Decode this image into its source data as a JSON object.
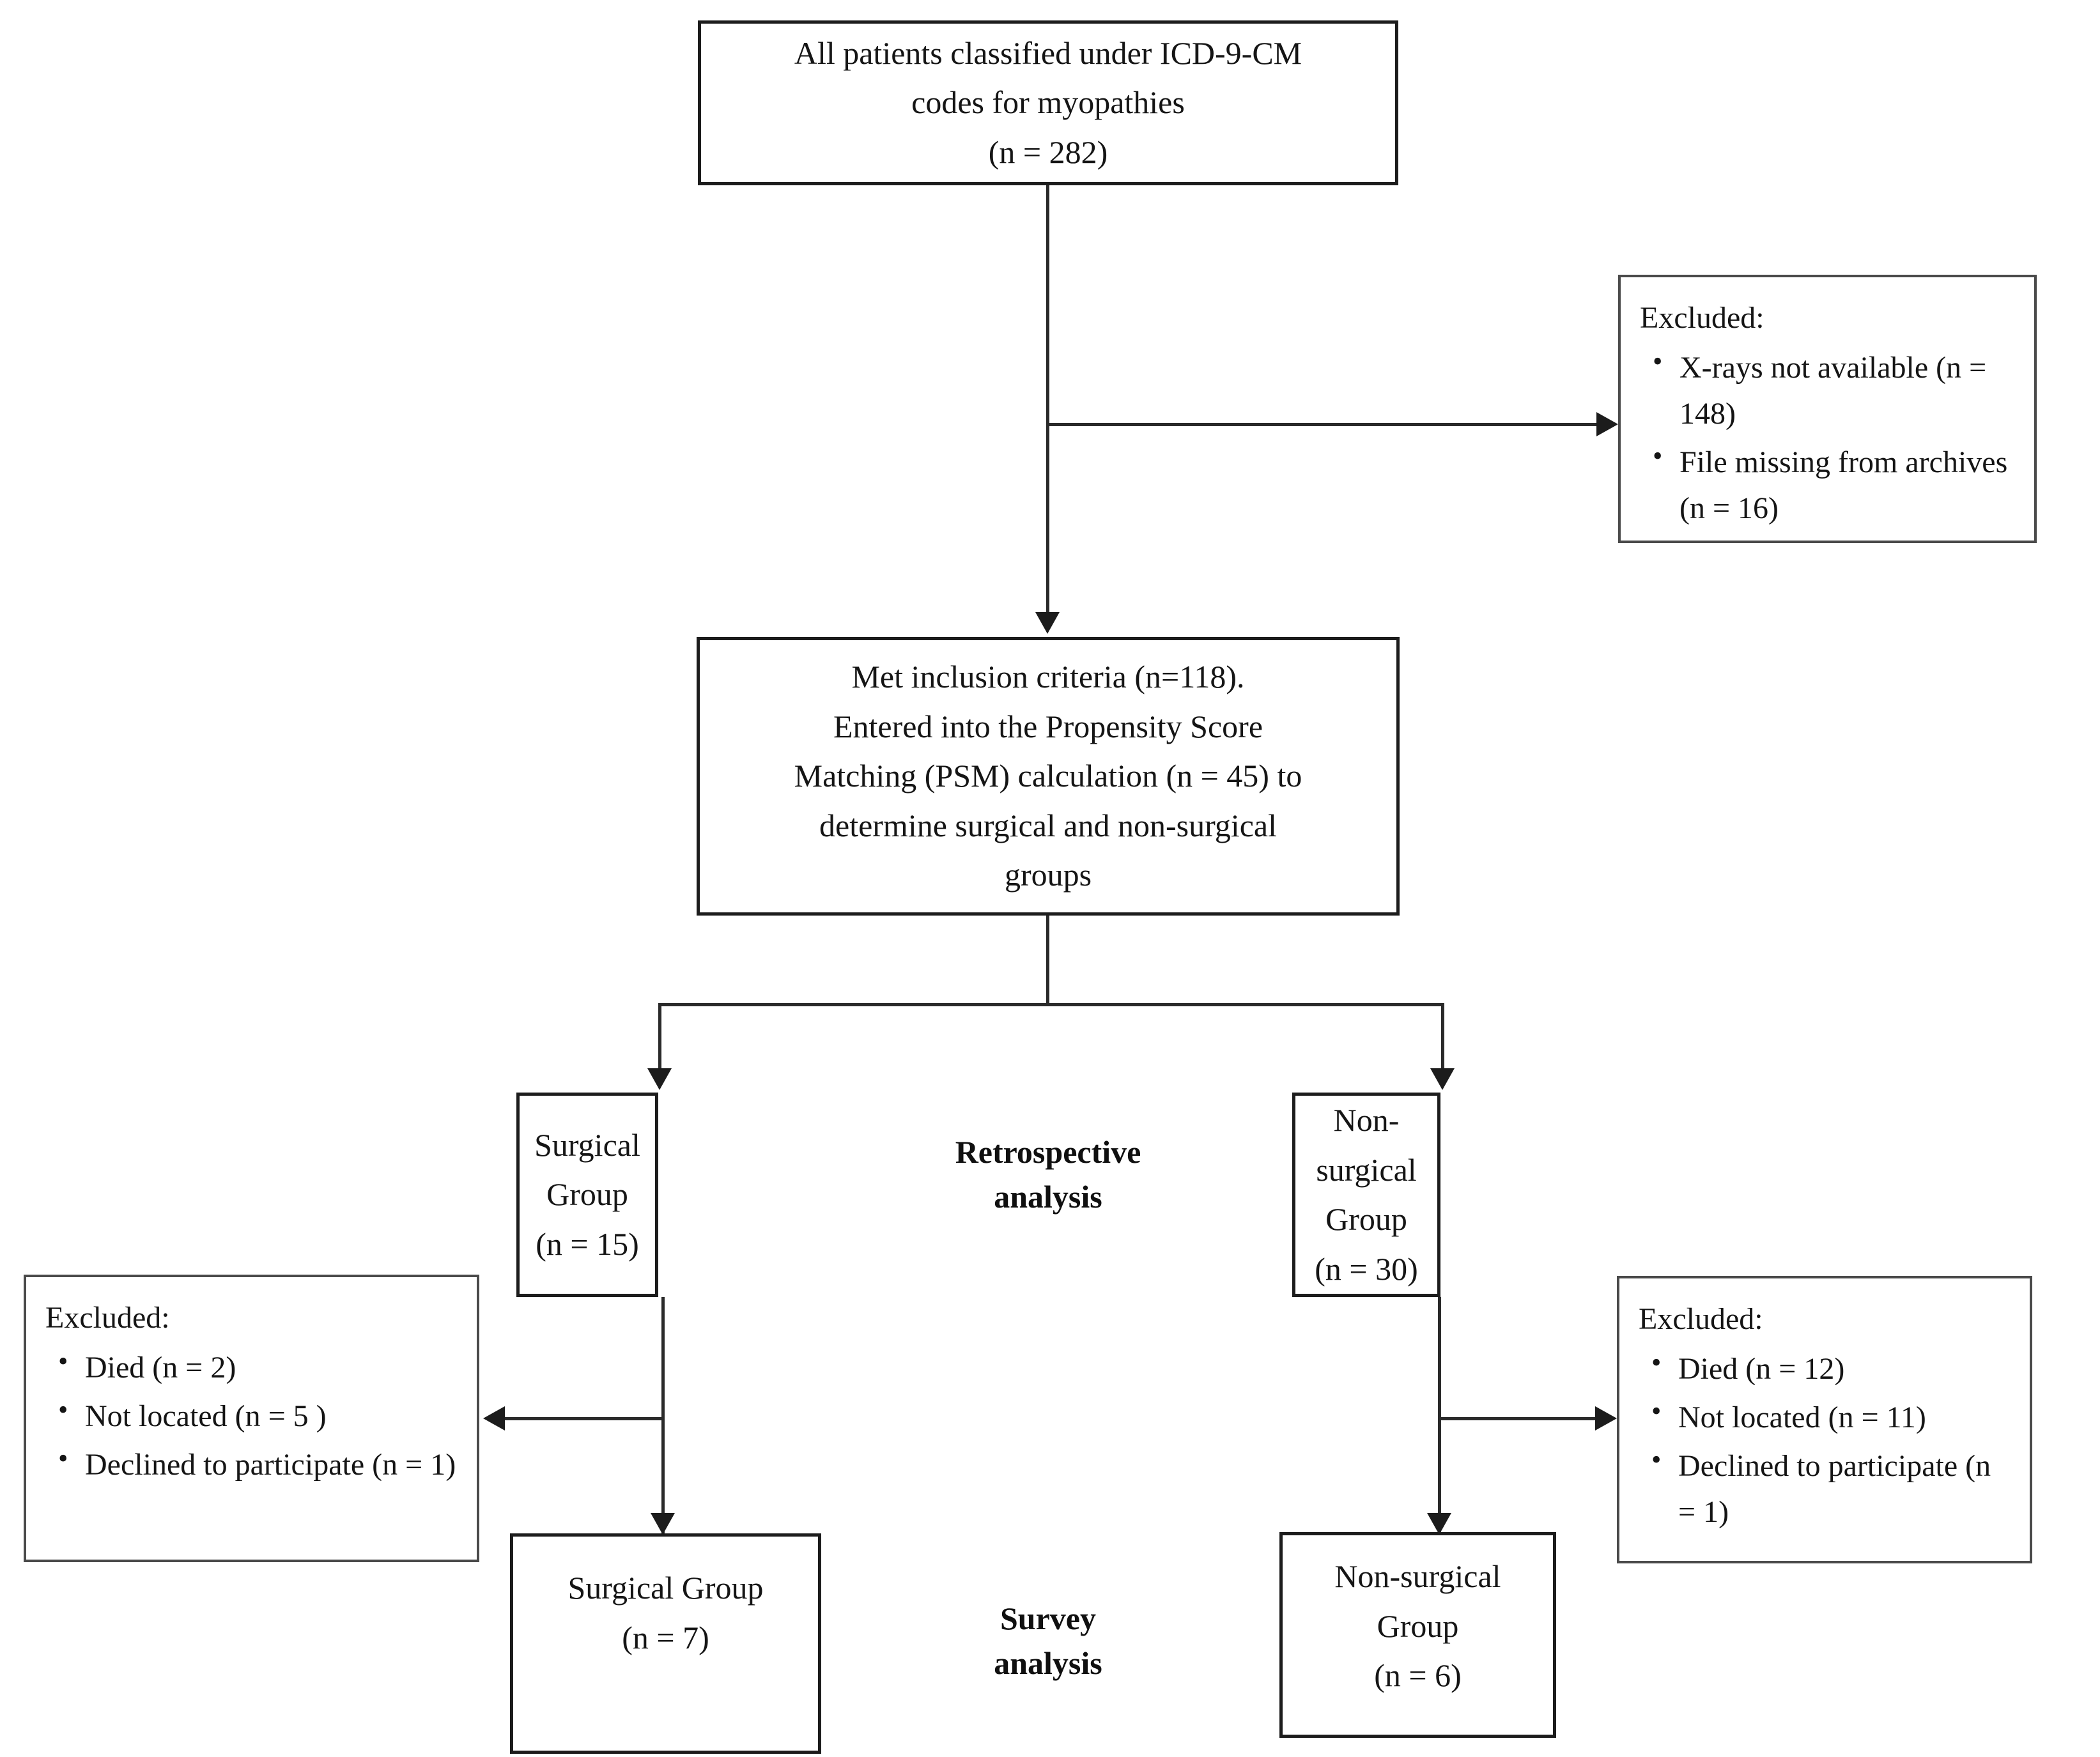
{
  "diagram": {
    "type": "patient-flow-consort",
    "nodes": {
      "source_cohort": {
        "lines": [
          "All patients classified under ICD-9-CM",
          "codes for myopathies",
          "(n = 282)"
        ]
      },
      "excluded_records": {
        "heading": "Excluded:",
        "items": [
          "X-rays not available (n = 148)",
          "File missing from archives (n = 16)"
        ]
      },
      "inclusion_psm": {
        "lines": [
          "Met inclusion criteria (n=118).",
          "Entered into the Propensity Score",
          "Matching (PSM) calculation (n = 45) to",
          "determine surgical and non-surgical",
          "groups"
        ]
      },
      "surgical_retro": {
        "lines": [
          "Surgical",
          "Group",
          "(n = 15)"
        ]
      },
      "nonsurgical_retro": {
        "lines": [
          "Non-surgical",
          "Group",
          "(n = 30)"
        ]
      },
      "retrospective_label": {
        "lines": [
          "Retrospective",
          "analysis"
        ]
      },
      "excluded_surgical": {
        "heading": "Excluded:",
        "items": [
          "Died (n = 2)",
          "Not located (n = 5 )",
          "Declined to participate (n = 1)"
        ]
      },
      "excluded_nonsurgical": {
        "heading": "Excluded:",
        "items": [
          "Died (n = 12)",
          "Not located (n = 11)",
          "Declined to participate (n = 1)"
        ]
      },
      "surgical_survey": {
        "lines": [
          "Surgical Group",
          "(n = 7)"
        ]
      },
      "nonsurgical_survey": {
        "lines": [
          "Non-surgical",
          "Group",
          "(n = 6)"
        ]
      },
      "survey_label": {
        "lines": [
          "Survey",
          "analysis"
        ]
      }
    },
    "colors": {
      "box_stroke": "#1c1c1c",
      "excluded_stroke": "#4a4a4a",
      "connector": "#2a2a2a",
      "text": "#151515",
      "background": "#ffffff"
    }
  }
}
